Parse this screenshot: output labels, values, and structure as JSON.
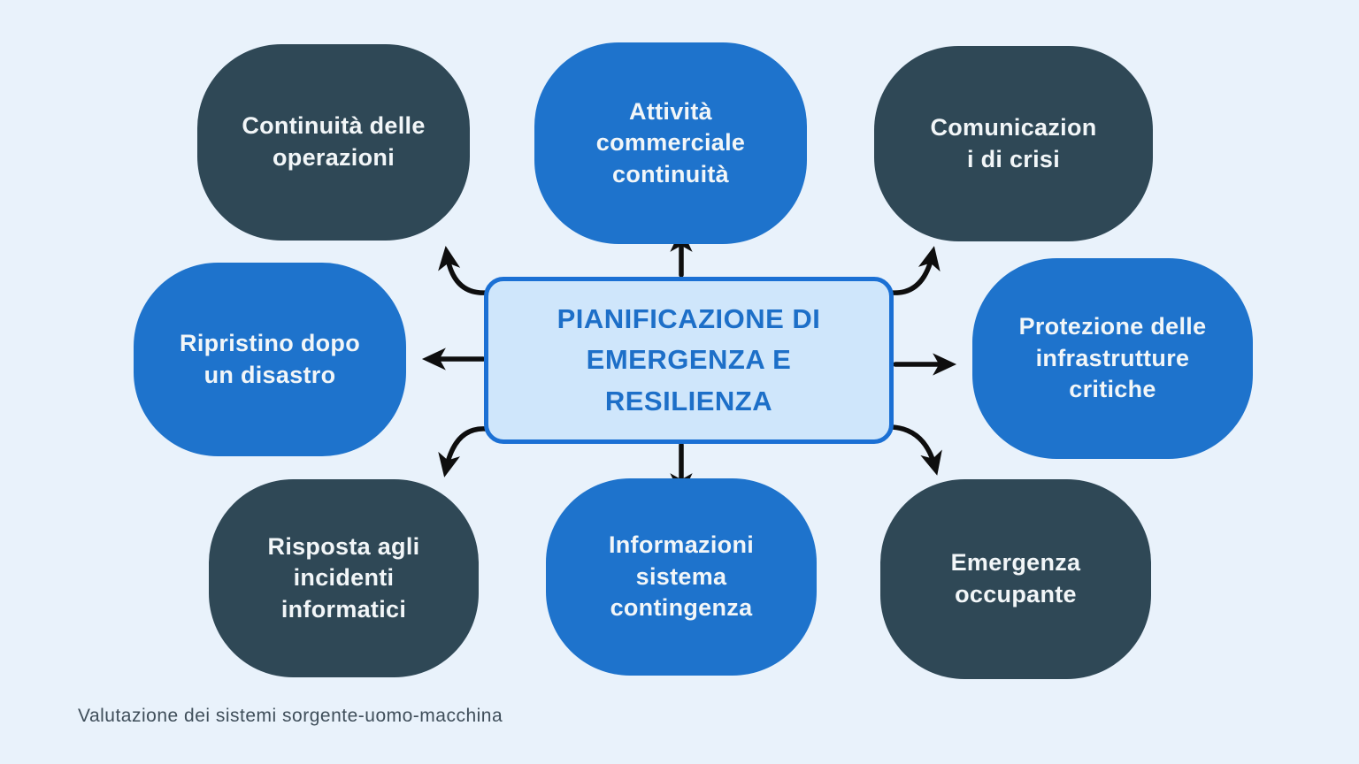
{
  "center": {
    "lines": [
      "PIANIFICAZIONE DI",
      "EMERGENZA E",
      "RESILIENZA"
    ]
  },
  "nodes": [
    {
      "id": "continuita-operazioni",
      "variant": "dark",
      "lines": [
        "Continuità delle",
        "operazioni"
      ]
    },
    {
      "id": "attivita-commerciale",
      "variant": "blue",
      "lines": [
        "Attività",
        "commerciale",
        "continuità"
      ]
    },
    {
      "id": "comunicazioni-di-crisi",
      "variant": "dark",
      "lines": [
        "Comunicazion",
        "i di crisi"
      ]
    },
    {
      "id": "ripristino-disastro",
      "variant": "blue",
      "lines": [
        "Ripristino dopo",
        "un disastro"
      ]
    },
    {
      "id": "protezione-infrastrutture",
      "variant": "blue",
      "lines": [
        "Protezione delle",
        "infrastrutture",
        "critiche"
      ]
    },
    {
      "id": "risposta-incidenti",
      "variant": "dark",
      "lines": [
        "Risposta agli",
        "incidenti",
        "informatici"
      ]
    },
    {
      "id": "informazioni-contingenza",
      "variant": "blue",
      "lines": [
        "Informazioni",
        "sistema",
        "contingenza"
      ]
    },
    {
      "id": "emergenza-occupante",
      "variant": "dark",
      "lines": [
        "Emergenza",
        "occupante"
      ]
    }
  ],
  "footer": {
    "caption": "Valutazione dei sistemi sorgente-uomo-macchina"
  },
  "colors": {
    "background": "#e9f2fb",
    "node_blue": "#1e73cc",
    "node_dark": "#2f4856",
    "node_text": "#f2f6f8",
    "center_fill": "#cfe6fb",
    "center_border": "#1b70d4",
    "center_text": "#1d6fc8",
    "arrow": "#0e0e0e",
    "footer_text": "#3f4e5a"
  }
}
